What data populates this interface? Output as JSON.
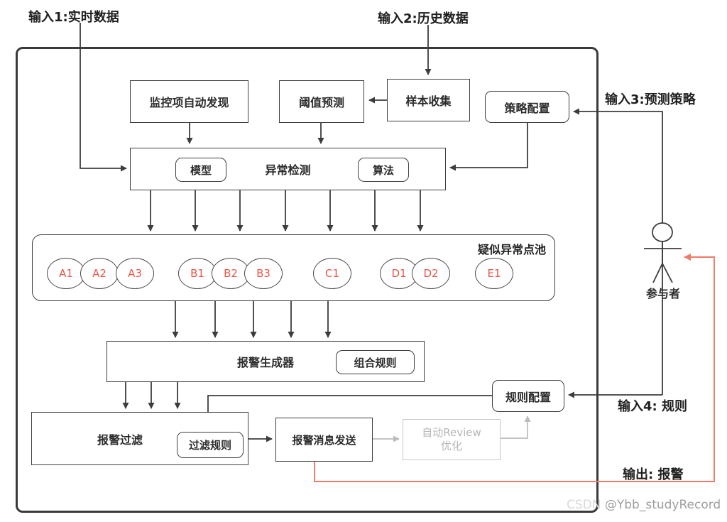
{
  "external_labels": {
    "input1": "输入1:实时数据",
    "input2": "输入2:历史数据",
    "input3": "输入3:预测策略",
    "input4": "输入4: 规则",
    "output": "输出:  报警",
    "actor": "参与者"
  },
  "nodes": {
    "monitor_discovery": "监控项自动发现",
    "threshold_predict": "阈值预测",
    "sample_collect": "样本收集",
    "strategy_config": "策略配置",
    "anomaly_detection": "异常检测",
    "model_chip": "模型",
    "algorithm_chip": "算法",
    "pool_title": "疑似异常点池",
    "alert_generator": "报警生成器",
    "combine_rules_chip": "组合规则",
    "alert_filter": "报警过滤",
    "filter_rules_chip": "过滤规则",
    "alert_send": "报警消息发送",
    "auto_review_line1": "自动Review",
    "auto_review_line2": "优化",
    "rule_config": "规则配置"
  },
  "pool_items": [
    "A1",
    "A2",
    "A3",
    "B1",
    "B2",
    "B3",
    "C1",
    "D1",
    "D2",
    "E1"
  ],
  "watermark": {
    "prefix": "CSDN",
    "handle": "@Ybb_studyRecord"
  },
  "colors": {
    "line_dark": "#3d3d3d",
    "line_gray": "#bcbcbc",
    "line_red": "#ef7a66",
    "accent_red": "#e8584b"
  }
}
